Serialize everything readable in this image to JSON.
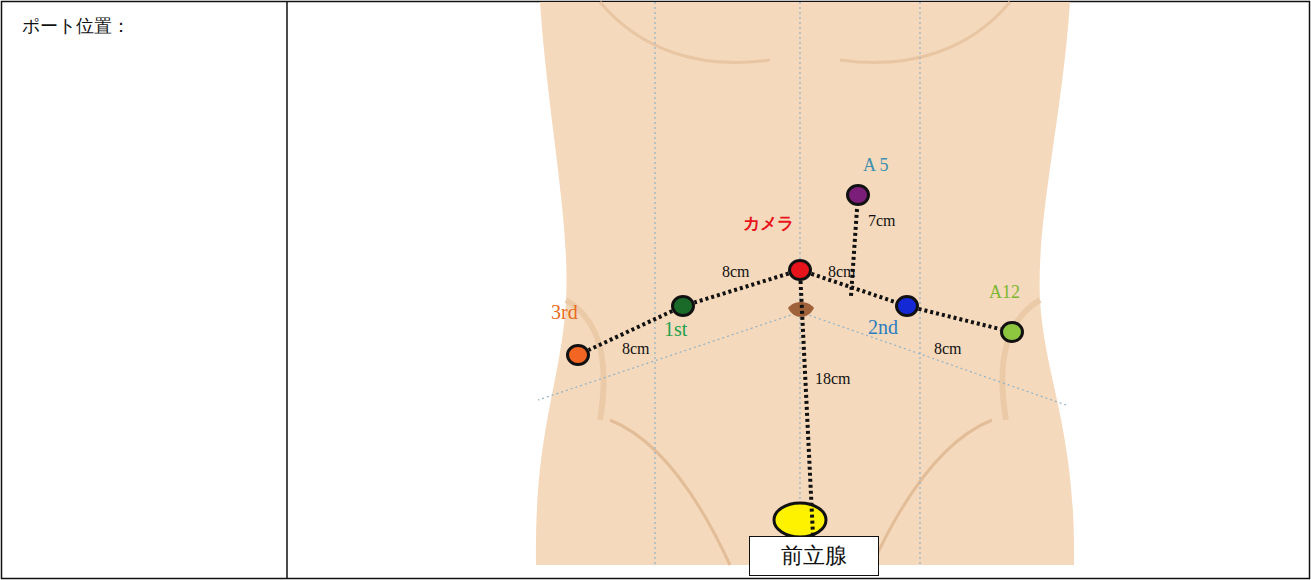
{
  "diagram": {
    "nodes": [
      {
        "text": [
          "A 5"
        ]
      },
      {
        "text": [
          "カメラ"
        ]
      },
      {
        "text": [
          "3rd"
        ]
      },
      {
        "text": [
          "1st"
        ]
      },
      {
        "text": [
          "2nd"
        ]
      },
      {
        "text": [
          "A12"
        ]
      },
      {
        "text": [
          "前立腺"
        ]
      }
    ],
    "edges": [
      {
        "from": 1,
        "to": 3,
        "arrow": "none",
        "label": "8cm"
      },
      {
        "from": 3,
        "to": 2,
        "arrow": "none",
        "label": "8cm"
      },
      {
        "from": 1,
        "to": 4,
        "arrow": "none",
        "label": "8cm"
      },
      {
        "from": 4,
        "to": 5,
        "arrow": "none",
        "label": "8cm"
      },
      {
        "from": 1,
        "to": 6,
        "arrow": "none",
        "label": "18cm"
      }
    ],
    "labels": [
      "ポート位置：",
      "7cm"
    ]
  }
}
